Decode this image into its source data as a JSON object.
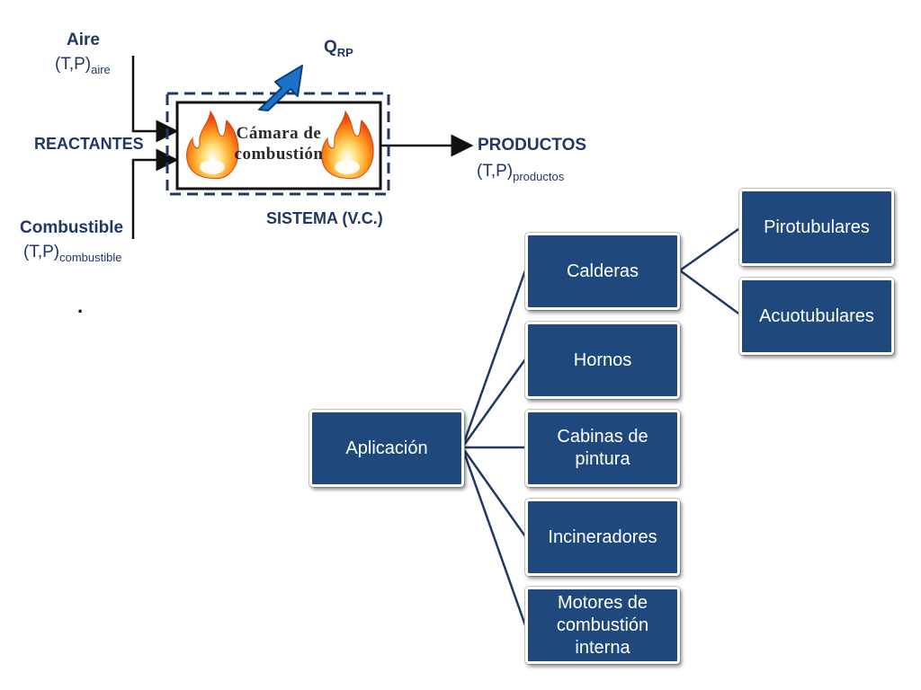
{
  "combustion": {
    "air_label": "Aire",
    "air_state": "(T,P)",
    "air_sub": "aire",
    "heat_label": "Q",
    "heat_sub": "RP",
    "reactants_label": "REACTANTES",
    "chamber_line1": "Cámara de",
    "chamber_line2": "combustión",
    "products_label": "PRODUCTOS",
    "products_state": "(T,P)",
    "products_sub": "productos",
    "system_label": "SISTEMA (V.C.)",
    "fuel_label": "Combustible",
    "fuel_state": "(T,P)",
    "fuel_sub": "combustible",
    "dot": "."
  },
  "tree": {
    "root": "Aplicación",
    "children": [
      {
        "label": "Calderas",
        "children": [
          "Pirotubulares",
          "Acuotubulares"
        ]
      },
      {
        "label": "Hornos"
      },
      {
        "label": "Cabinas de pintura"
      },
      {
        "label": "Incineradores"
      },
      {
        "label": "Motores de combustión interna"
      }
    ]
  },
  "colors": {
    "node_fill": "#1f497d",
    "text_dark": "#1f3864",
    "heat_arrow": "#1a73c8",
    "system_border": "#1f3864"
  }
}
